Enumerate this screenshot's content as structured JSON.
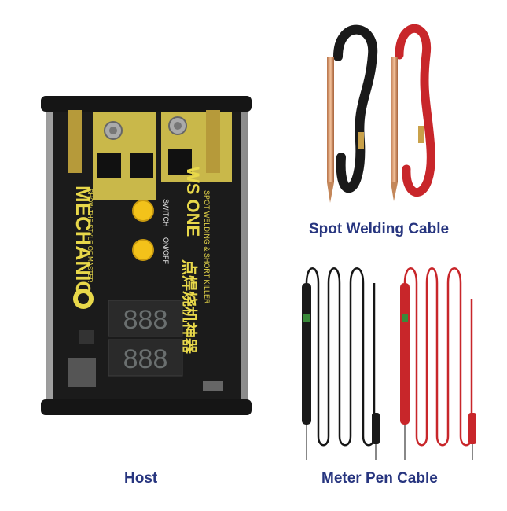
{
  "host": {
    "brand": "MECHANIC",
    "slogan": "SHOW THE STYLE OF MASTER",
    "model": "WS ONE",
    "product_cn": "点焊烧机神器",
    "product_en": "SPOT WELDING & SHORT KILLER",
    "switch_label": "SWITCH",
    "onoff_label": "ON/OFF",
    "display_top": "888",
    "display_bottom": "888"
  },
  "captions": {
    "host": "Host",
    "spot_welding_cable": "Spot Welding Cable",
    "meter_pen_cable": "Meter Pen Cable"
  },
  "colors": {
    "caption": "#27357f",
    "device_body": "#1b1b1b",
    "pcb_accent": "#d4c84a",
    "button": "#f3c21a",
    "cable_red": "#c8262a",
    "cable_black": "#1a1a1a"
  }
}
